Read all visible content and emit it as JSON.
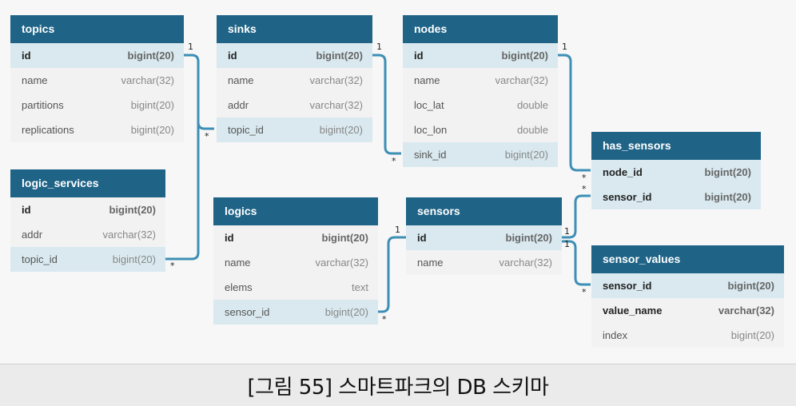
{
  "tables": {
    "topics": {
      "title": "topics",
      "fields": [
        {
          "name": "id",
          "type": "bigint(20)"
        },
        {
          "name": "name",
          "type": "varchar(32)"
        },
        {
          "name": "partitions",
          "type": "bigint(20)"
        },
        {
          "name": "replications",
          "type": "bigint(20)"
        }
      ]
    },
    "sinks": {
      "title": "sinks",
      "fields": [
        {
          "name": "id",
          "type": "bigint(20)"
        },
        {
          "name": "name",
          "type": "varchar(32)"
        },
        {
          "name": "addr",
          "type": "varchar(32)"
        },
        {
          "name": "topic_id",
          "type": "bigint(20)"
        }
      ]
    },
    "nodes": {
      "title": "nodes",
      "fields": [
        {
          "name": "id",
          "type": "bigint(20)"
        },
        {
          "name": "name",
          "type": "varchar(32)"
        },
        {
          "name": "loc_lat",
          "type": "double"
        },
        {
          "name": "loc_lon",
          "type": "double"
        },
        {
          "name": "sink_id",
          "type": "bigint(20)"
        }
      ]
    },
    "logic_services": {
      "title": "logic_services",
      "fields": [
        {
          "name": "id",
          "type": "bigint(20)"
        },
        {
          "name": "addr",
          "type": "varchar(32)"
        },
        {
          "name": "topic_id",
          "type": "bigint(20)"
        }
      ]
    },
    "logics": {
      "title": "logics",
      "fields": [
        {
          "name": "id",
          "type": "bigint(20)"
        },
        {
          "name": "name",
          "type": "varchar(32)"
        },
        {
          "name": "elems",
          "type": "text"
        },
        {
          "name": "sensor_id",
          "type": "bigint(20)"
        }
      ]
    },
    "sensors": {
      "title": "sensors",
      "fields": [
        {
          "name": "id",
          "type": "bigint(20)"
        },
        {
          "name": "name",
          "type": "varchar(32)"
        }
      ]
    },
    "has_sensors": {
      "title": "has_sensors",
      "fields": [
        {
          "name": "node_id",
          "type": "bigint(20)"
        },
        {
          "name": "sensor_id",
          "type": "bigint(20)"
        }
      ]
    },
    "sensor_values": {
      "title": "sensor_values",
      "fields": [
        {
          "name": "sensor_id",
          "type": "bigint(20)"
        },
        {
          "name": "value_name",
          "type": "varchar(32)"
        },
        {
          "name": "index",
          "type": "bigint(20)"
        }
      ]
    }
  },
  "cardinality": {
    "one": "1",
    "many": "*"
  },
  "caption": "[그림 55] 스마트파크의 DB 스키마",
  "colors": {
    "header": "#1f6487",
    "connector": "#3d8fb5",
    "highlight_row": "#d9e9ef"
  }
}
